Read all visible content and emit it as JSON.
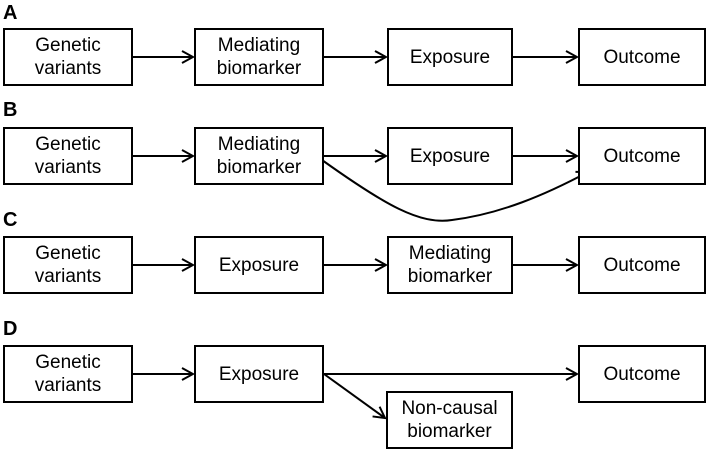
{
  "panels": [
    {
      "label": "A",
      "nodes": [
        "Genetic\nvariants",
        "Mediating\nbiomarker",
        "Exposure",
        "Outcome"
      ]
    },
    {
      "label": "B",
      "nodes": [
        "Genetic\nvariants",
        "Mediating\nbiomarker",
        "Exposure",
        "Outcome"
      ]
    },
    {
      "label": "C",
      "nodes": [
        "Genetic\nvariants",
        "Exposure",
        "Mediating\nbiomarker",
        "Outcome"
      ]
    },
    {
      "label": "D",
      "nodes": [
        "Genetic\nvariants",
        "Exposure",
        "Outcome",
        "Non-causal\nbiomarker"
      ]
    }
  ]
}
